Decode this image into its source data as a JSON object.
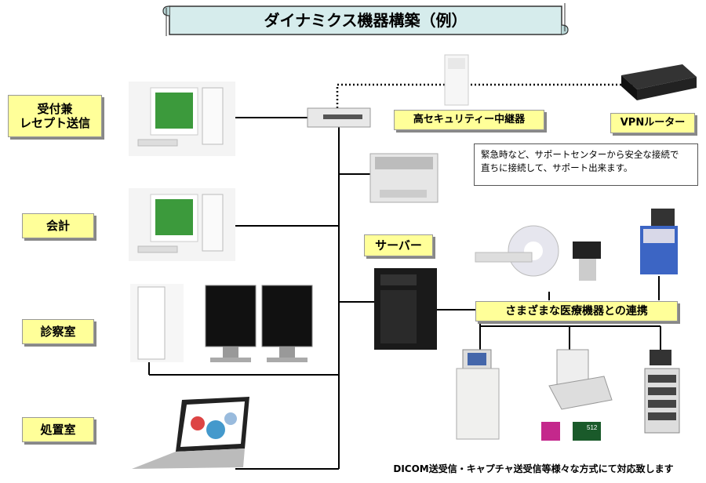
{
  "title": "ダイナミクス機器構築（例）",
  "departments": {
    "reception": "受付兼\nレセプト送信",
    "accounting": "会計",
    "exam_room": "診察室",
    "treatment_room": "処置室"
  },
  "devices": {
    "relay": "高セキュリティー中継器",
    "vpn_router": "VPNルーター",
    "server": "サーバー",
    "medical_link": "さまざまな医療機器との連携",
    "disk_label": "512"
  },
  "note": "緊急時など、サポートセンターから安全な接続で　直ちに接続して、サポート出来ます。",
  "footer": "DICOM送受信・キャプチャ送受信等様々な方式にて対応致します"
}
